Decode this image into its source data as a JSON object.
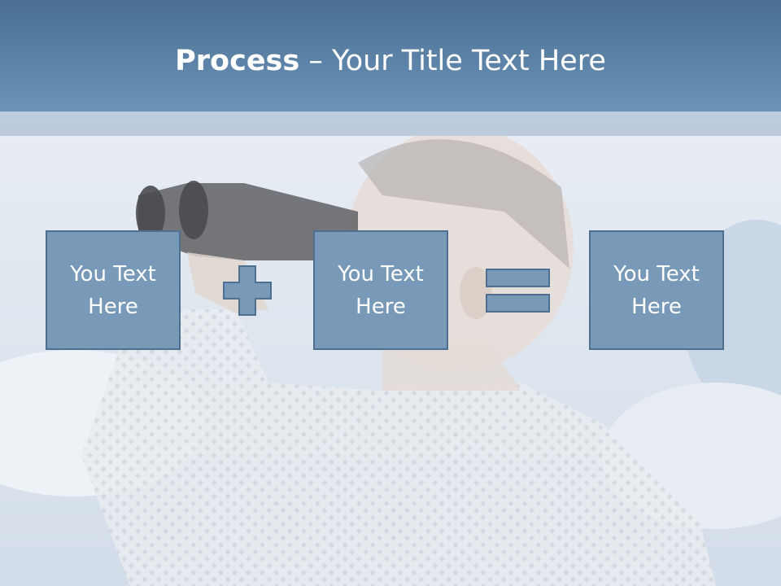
{
  "slide": {
    "title_bold": "Process",
    "title_rest": " – Your Title Text Here",
    "boxes": [
      {
        "label": "You Text\nHere"
      },
      {
        "label": "You Text\nHere"
      },
      {
        "label": "You Text\nHere"
      }
    ],
    "operators": [
      "plus-icon",
      "equals-icon"
    ],
    "colors": {
      "title_bar": "#5a81a6",
      "box_fill": "#7899b8",
      "box_border": "#4f6f90",
      "operator_fill": "#7899b8"
    }
  }
}
